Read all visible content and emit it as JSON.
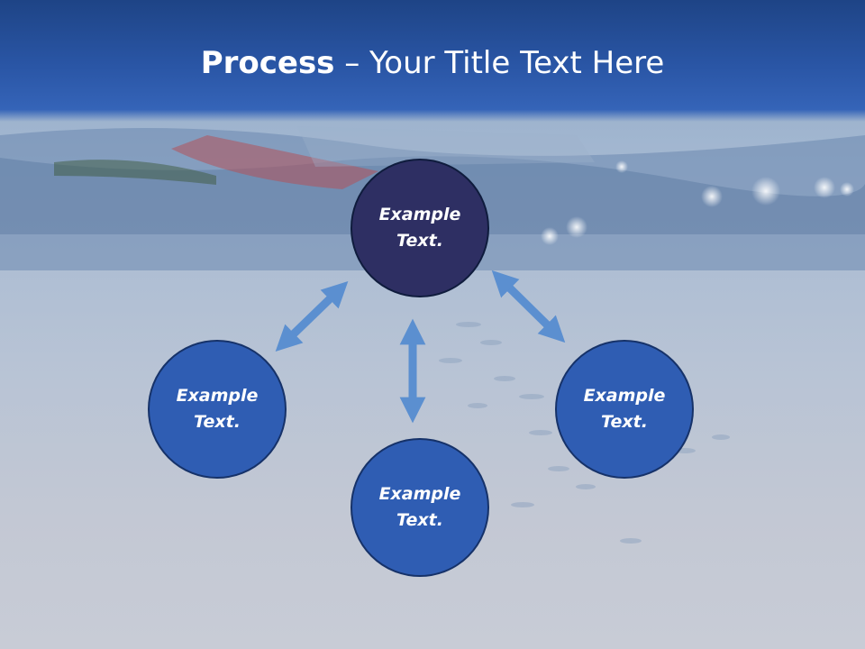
{
  "title": {
    "bold": "Process",
    "rest": " – Your Title Text Here"
  },
  "nodes": {
    "top": "Example\nText.",
    "left": "Example\nText.",
    "right": "Example\nText.",
    "bottom": "Example\nText."
  },
  "colors": {
    "header": "#2a56a6",
    "node_primary": "#2e2f63",
    "node_secondary": "#2f5db3",
    "arrow": "#5b8fd0"
  },
  "icons": {
    "arrows": [
      "double-arrow-icon",
      "double-arrow-icon",
      "double-arrow-icon"
    ]
  }
}
